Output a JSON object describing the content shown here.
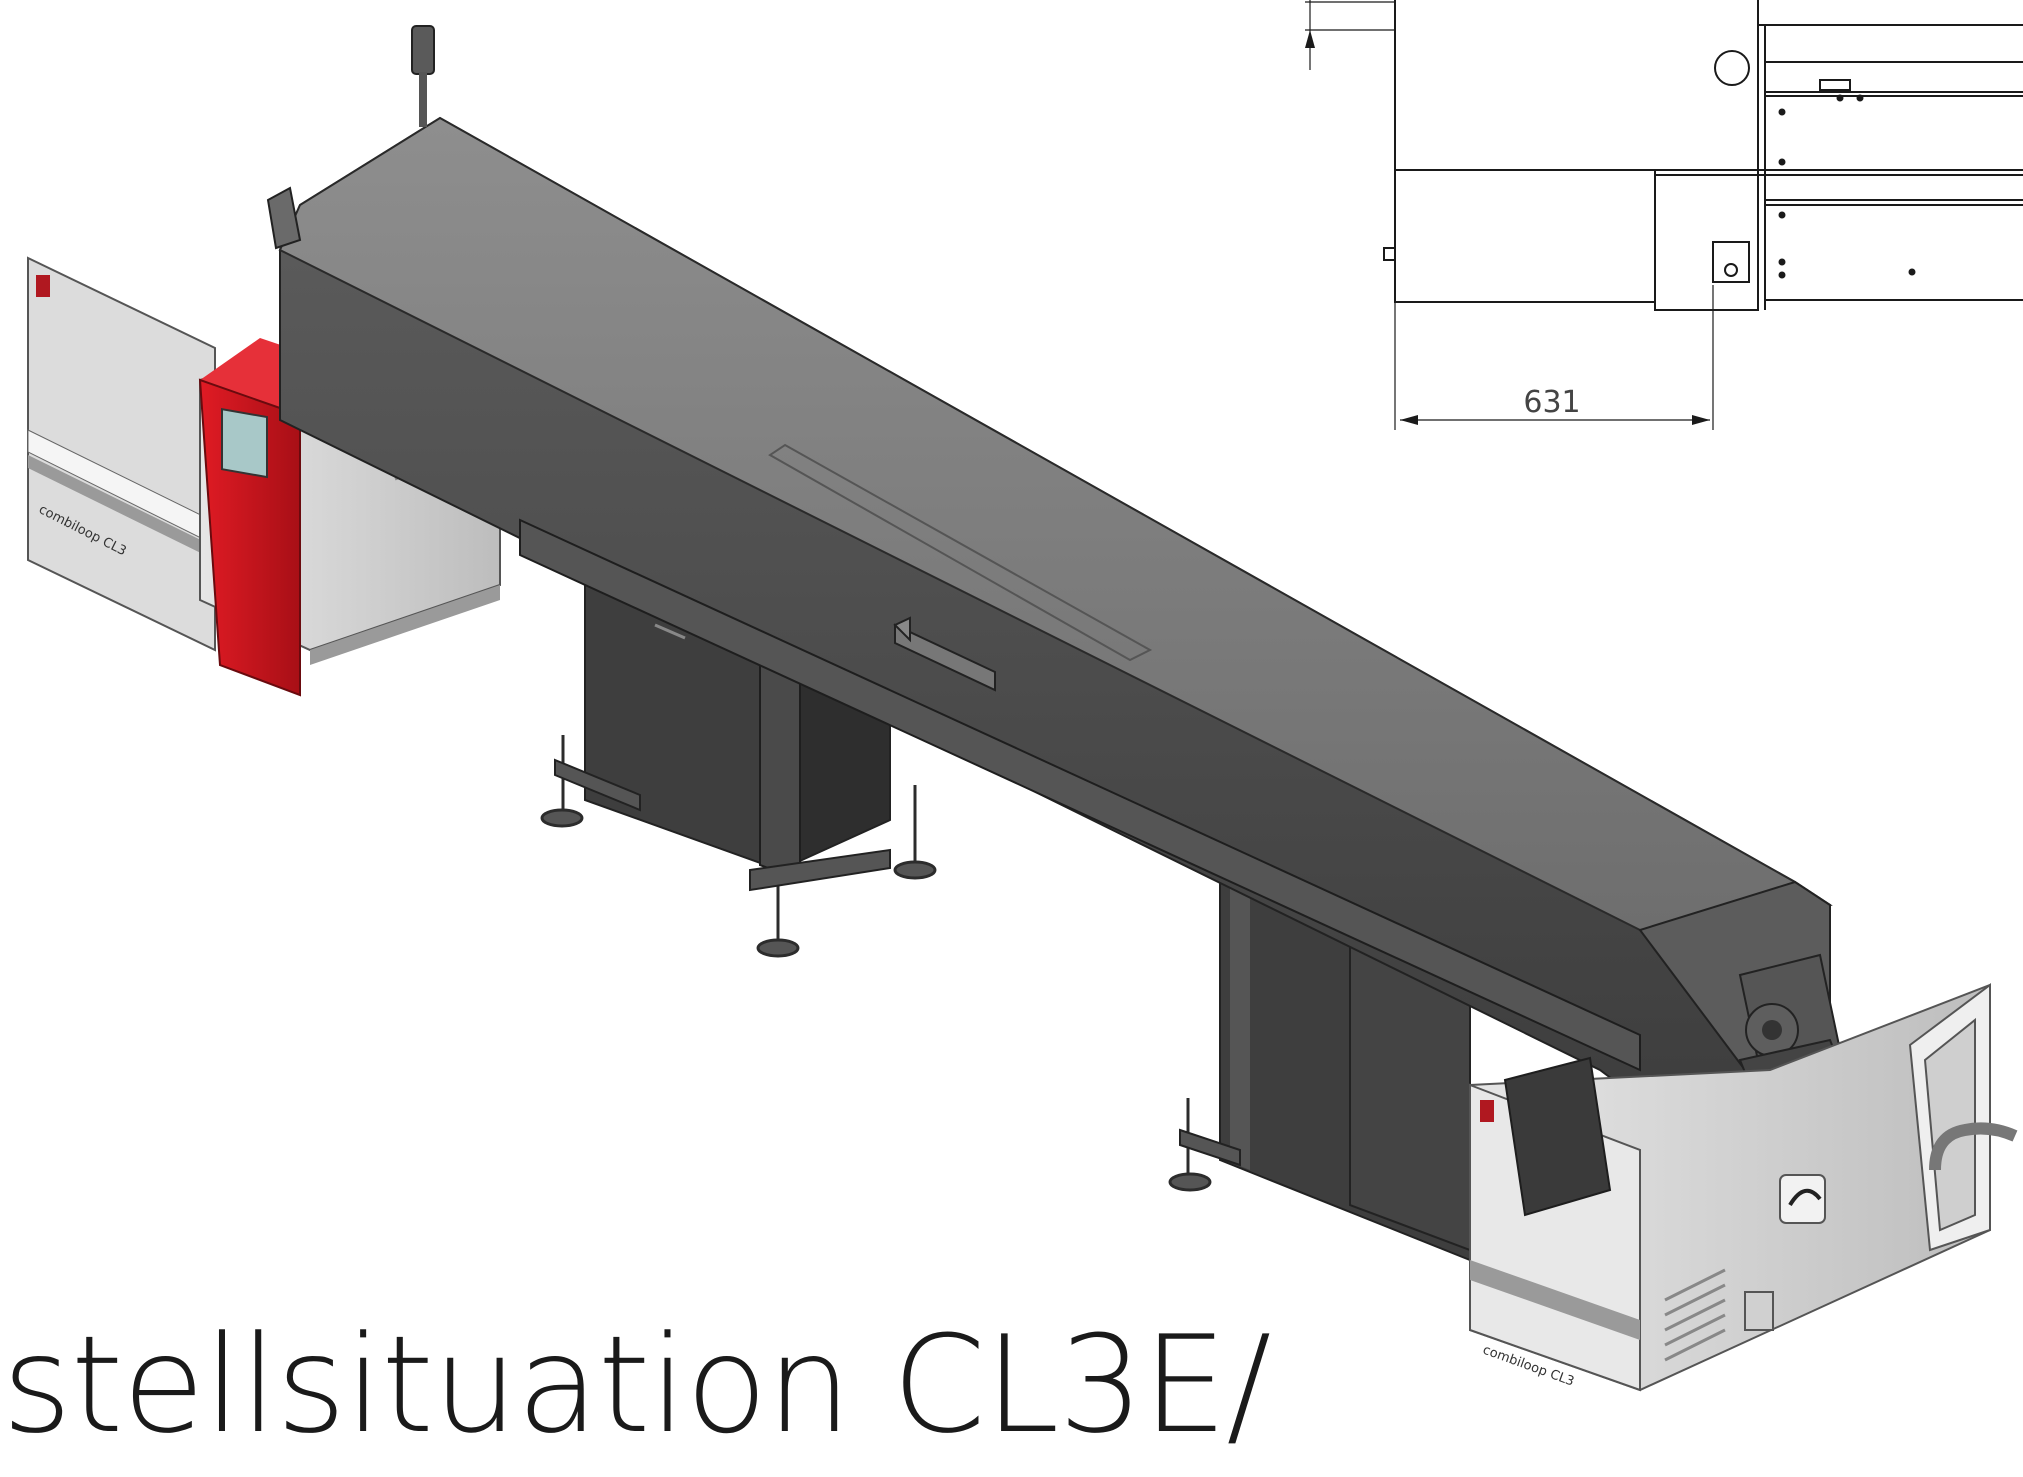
{
  "caption": "stellsituation CL3E/",
  "drawing": {
    "dimension_label": "631"
  },
  "units": [
    {
      "id": "left",
      "brand_text": "combiloop CL3"
    },
    {
      "id": "right",
      "brand_text": "combiloop CL3"
    }
  ],
  "colors": {
    "cover": "#707070",
    "cover_light": "#8a8a8a",
    "cover_dark": "#4e4e4e",
    "cabinet": "#3c3c3c",
    "red_panel": "#c4141c",
    "unit_panel": "#d9d9d9",
    "line": "#1a1a1a"
  }
}
